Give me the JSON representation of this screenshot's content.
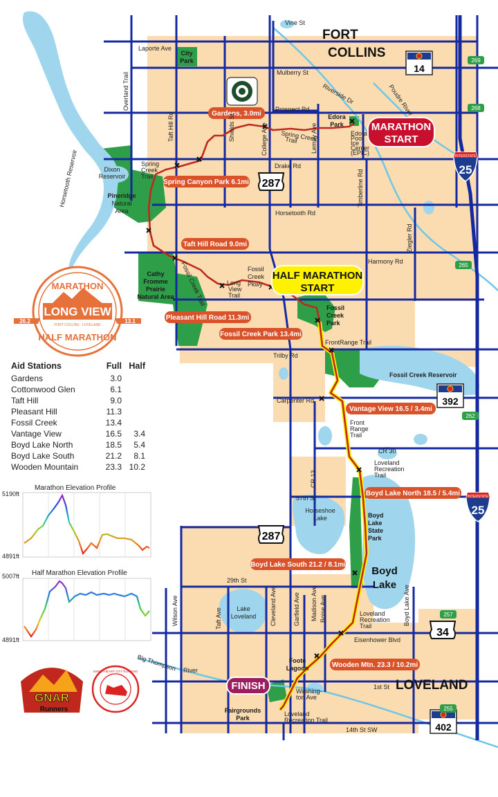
{
  "cities": {
    "fort_collins_1": "FORT",
    "fort_collins_2": "COLLINS",
    "loveland": "LOVELAND"
  },
  "markers": {
    "marathon_start_1": "MARATHON",
    "marathon_start_2": "START",
    "half_start_1": "HALF MARATHON",
    "half_start_2": "START",
    "finish": "FINISH"
  },
  "callouts": [
    "Gardens, 3.0mi",
    "Spring Canyon Park 6.1mi",
    "Taft Hill Road 9.0mi",
    "Pleasant Hill Road 11.3mi",
    "Fossil Creek Park 13.4mi",
    "Vantage View 16.5 / 3.4mi",
    "Boyd Lake North 18.5 / 5.4mi",
    "Boyd Lake South 21.2 / 8.1mi",
    "Wooden Mtn. 23.3 / 10.2mi"
  ],
  "roads": {
    "vine": "Vine St",
    "laporte": "Laporte Ave",
    "mulberry": "Mulberry St",
    "riverside": "Riverside Dr",
    "prospect": "Prospect Rd",
    "drake": "Drake Rd",
    "horsetooth": "Horsetooth Rd",
    "harmony": "Harmony Rd",
    "trilby": "Trilby Rd",
    "carpenter": "Carpenter Rd",
    "cr30": "CR 30",
    "st57": "57th St",
    "st29": "29th St",
    "eisenhower": "Eisenhower Blvd",
    "st1": "1st St",
    "st14sw": "14th St SW",
    "overland": "Overland Trail",
    "taft_hill": "Taft Hill Rd",
    "shields": "Shields St",
    "college": "College Ave",
    "lemay": "Lemay Ave",
    "timberline": "Timberline Rd",
    "ziegler": "Ziegler Rd",
    "cr13": "CR 13",
    "wilson": "Wilson Ave",
    "taft": "Taft Ave",
    "cleveland": "Cleveland Ave",
    "garfield": "Garfield Ave",
    "madison": "Madison Ave",
    "boise": "Boise Ave",
    "boyd_lake_ave": "Boyd Lake Ave",
    "fossil_creek_pkwy_1": "Fossil",
    "fossil_creek_pkwy_2": "Creek",
    "fossil_creek_pkwy_3": "Pkwy",
    "spring_creek_trail_1": "Spring",
    "spring_creek_trail_2": "Creek",
    "spring_creek_trail_3": "Trail",
    "spring_creek_trail_b1": "Spring Creek",
    "spring_creek_trail_b2": "Trail",
    "long_view_1": "Long",
    "long_view_2": "View",
    "long_view_3": "Trail",
    "fossil_creek_trail": "Fossil Creek Trail",
    "frontrange_trail": "FrontRange Trail",
    "front_range_1": "Front",
    "front_range_2": "Range",
    "front_range_3": "Trail",
    "loveland_rec_1": "Loveland",
    "loveland_rec_2": "Recreation",
    "loveland_rec_3": "Trail",
    "loveland_rec_b1": "Loveland",
    "loveland_rec_b2": "Recreation",
    "loveland_rec_b3": "Trail",
    "loveland_rec_c1": "Loveland",
    "loveland_rec_c2": "Recreation Trail",
    "washington_1": "Washing-",
    "washington_2": "ton Ave",
    "big_thompson": "Big Thompson",
    "river": "River",
    "poudre": "Poudre River",
    "horsetooth_res": "Horsetooth Reservoir"
  },
  "places": {
    "city_park_1": "City",
    "city_park_2": "Park",
    "dixon_1": "Dixon",
    "dixon_2": "Reservoir",
    "pineridge_1": "Pineridge",
    "pineridge_2": "Natural",
    "pineridge_3": "Area",
    "cathy_1": "Cathy",
    "cathy_2": "Fromme",
    "cathy_3": "Prairie",
    "cathy_4": "Natural Area",
    "edora_1": "Edora",
    "edora_2": "Park",
    "epic_1": "Edora",
    "epic_2": "Pool",
    "epic_3": "Ice",
    "epic_4": "Center",
    "epic_5": "(EPIC)",
    "fossil_park_1": "Fossil",
    "fossil_park_2": "Creek",
    "fossil_park_3": "Park",
    "fossil_res": "Fossil Creek Reservoir",
    "horseshoe_1": "Horseshoe",
    "horseshoe_2": "Lake",
    "boyd_state_1": "Boyd",
    "boyd_state_2": "Lake",
    "boyd_state_3": "State",
    "boyd_state_4": "Park",
    "boyd_lake_1": "Boyd",
    "boyd_lake_2": "Lake",
    "lake_loveland_1": "Lake",
    "lake_loveland_2": "Loveland",
    "foote_1": "Foote",
    "foote_2": "Lagoon",
    "fairgrounds_1": "Fairgrounds",
    "fairgrounds_2": "Park"
  },
  "highways": {
    "hwy14": "14",
    "i25_top": "25",
    "hwy287_a": "287",
    "hwy287_b": "287",
    "hwy392": "392",
    "i25_bottom": "25",
    "hwy34": "34",
    "hwy402": "402",
    "interstate_a": "INTERSTATE",
    "interstate_b": "INTERSTATE",
    "exit269": "269",
    "exit268": "268",
    "exit265": "265",
    "exit262": "262",
    "exit257": "257",
    "exit255": "255"
  },
  "logo": {
    "top": "MARATHON",
    "main": "LONG VIEW",
    "sub": "FORT COLLINS · LOVELAND",
    "bottom": "HALF MARATHON",
    "left": "26.2",
    "right": "13.1"
  },
  "aid_stations": {
    "title": "Aid Stations",
    "col_full": "Full",
    "col_half": "Half",
    "rows": [
      {
        "name": "Gardens",
        "full": "3.0",
        "half": ""
      },
      {
        "name": "Cottonwood Glen",
        "full": "6.1",
        "half": ""
      },
      {
        "name": "Taft Hill",
        "full": "9.0",
        "half": ""
      },
      {
        "name": "Pleasant Hill",
        "full": "11.3",
        "half": ""
      },
      {
        "name": "Fossil Creek",
        "full": "13.4",
        "half": ""
      },
      {
        "name": "Vantage View",
        "full": "16.5",
        "half": "3.4"
      },
      {
        "name": "Boyd Lake North",
        "full": "18.5",
        "half": "5.4"
      },
      {
        "name": "Boyd Lake South",
        "full": "21.2",
        "half": "8.1"
      },
      {
        "name": "Wooden Mountain",
        "full": "23.3",
        "half": "10.2"
      }
    ]
  },
  "elevation": {
    "marathon": {
      "title": "Marathon Elevation Profile",
      "max_label": "5190ft",
      "min_label": "4891ft"
    },
    "half": {
      "title": "Half Marathon Elevation Profile",
      "max_label": "5007ft",
      "min_label": "4891ft"
    }
  },
  "sponsors": {
    "gnar": "GNAR",
    "runners": "Runners",
    "sweetheart": "SWEETHEART CITY RUNNING"
  }
}
